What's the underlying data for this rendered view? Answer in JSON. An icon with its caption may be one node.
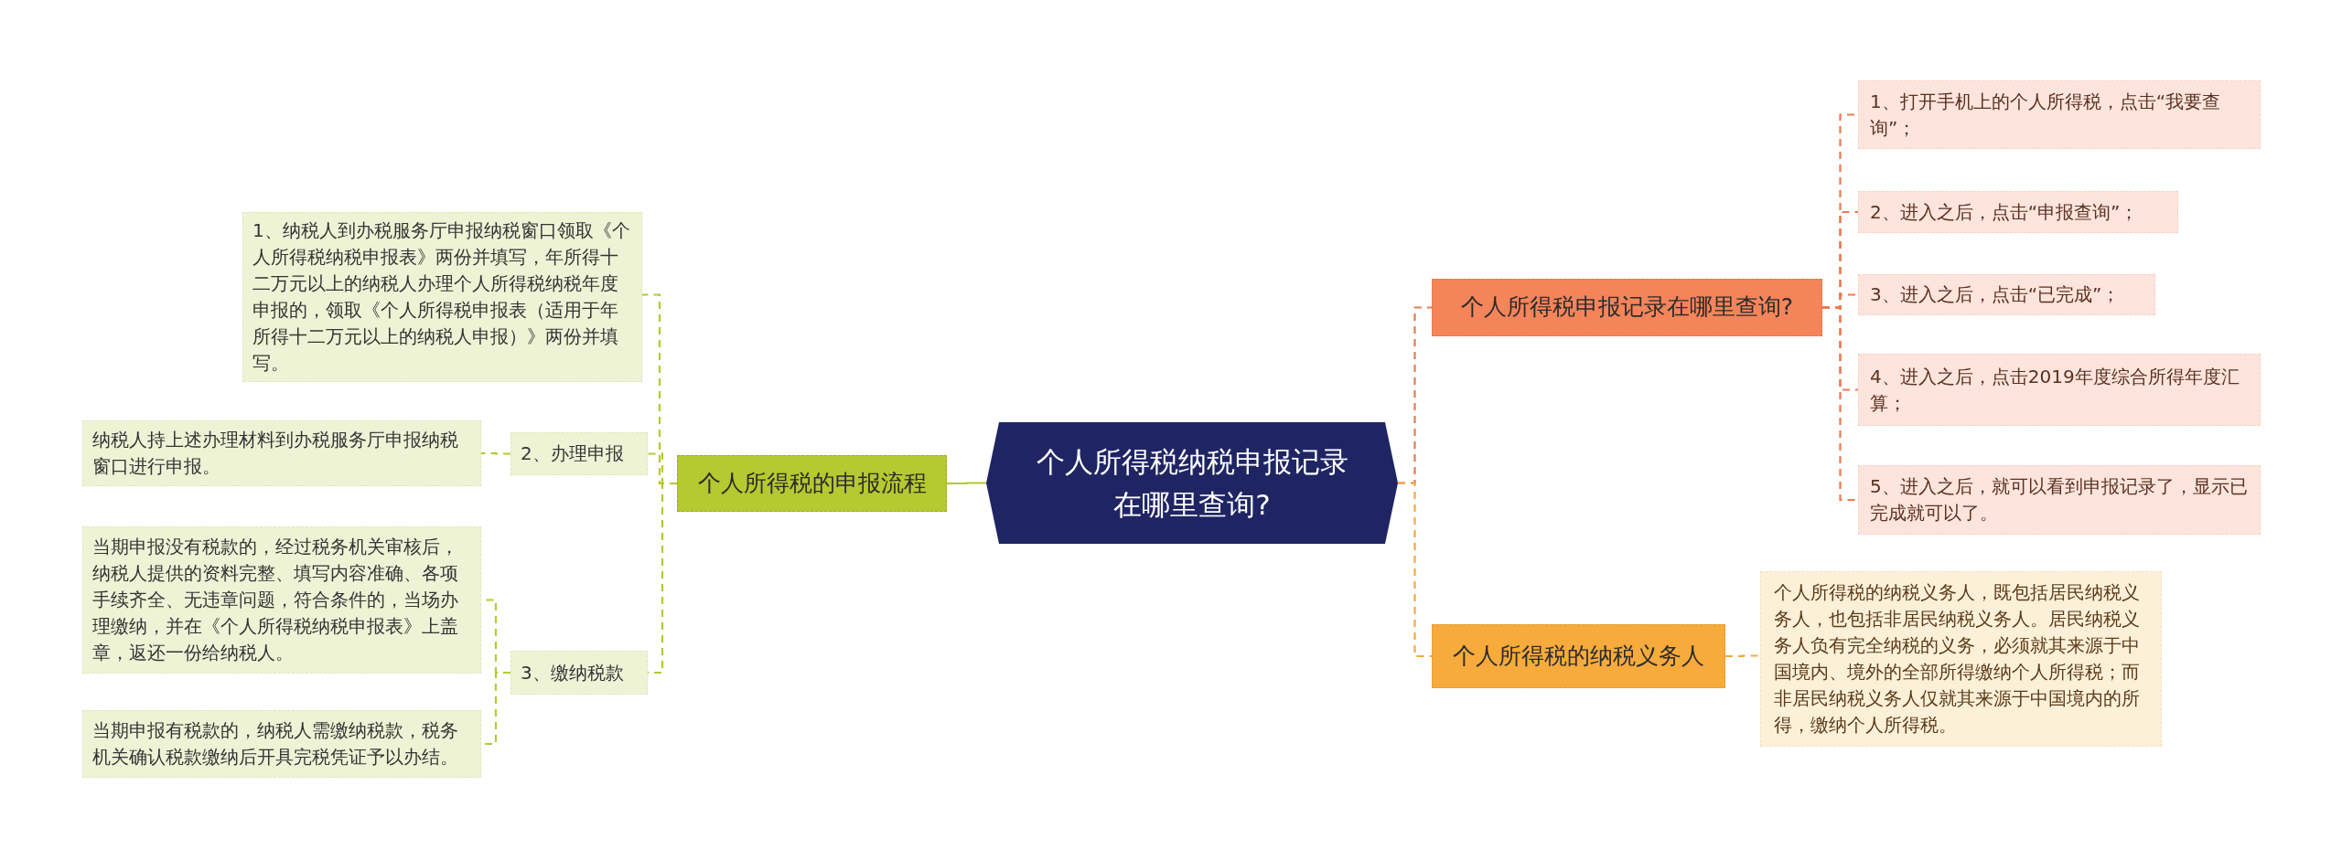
{
  "diagram": {
    "nodes": [
      {
        "text": [
          "个人所得税纳税申报记录在哪里查询?"
        ]
      },
      {
        "text": [
          "个人所得税的申报流程"
        ]
      },
      {
        "text": [
          "2、办理申报"
        ]
      },
      {
        "text": [
          "3、缴纳税款"
        ]
      },
      {
        "text": [
          "1、纳税人到办税服务厅申报纳税窗口领取《个人所得税纳税申报表》两份并填写，年所得十二万元以上的纳税人办理个人所得税纳税年度申报的，领取《个人所得税申报表（适用于年所得十二万元以上的纳税人申报）》两份并填写。"
        ]
      },
      {
        "text": [
          "纳税人持上述办理材料到办税服务厅申报纳税窗口进行申报。"
        ]
      },
      {
        "text": [
          "当期申报没有税款的，经过税务机关审核后，纳税人提供的资料完整、填写内容准确、各项手续齐全、无违章问题，符合条件的，当场办理缴纳，并在《个人所得税纳税申报表》上盖章，返还一份给纳税人。"
        ]
      },
      {
        "text": [
          "当期申报有税款的，纳税人需缴纳税款，税务机关确认税款缴纳后开具完税凭证予以办结。"
        ]
      },
      {
        "text": [
          "个人所得税申报记录在哪里查询?"
        ]
      },
      {
        "text": [
          "1、打开手机上的个人所得税，点击“我要查询”；"
        ]
      },
      {
        "text": [
          "2、进入之后，点击“申报查询”；"
        ]
      },
      {
        "text": [
          "3、进入之后，点击“已完成”；"
        ]
      },
      {
        "text": [
          "4、进入之后，点击2019年度综合所得年度汇算；"
        ]
      },
      {
        "text": [
          "5、进入之后，就可以看到申报记录了，显示已完成就可以了。"
        ]
      },
      {
        "text": [
          "个人所得税的纳税义务人"
        ]
      },
      {
        "text": [
          "个人所得税的纳税义务人，既包括居民纳税义务人，也包括非居民纳税义务人。居民纳税义务人负有完全纳税的义务，必须就其来源于中国境内、境外的全部所得缴纳个人所得税；而非居民纳税义务人仅就其来源于中国境内的所得，缴纳个人所得税。"
        ]
      }
    ],
    "edges": [
      {
        "from": 0,
        "to": 1,
        "arrow": "none",
        "color": "#b5c930"
      },
      {
        "from": 1,
        "to": 4,
        "arrow": "none",
        "style": "dashed",
        "color": "#b5c930"
      },
      {
        "from": 1,
        "to": 2,
        "arrow": "none",
        "style": "dashed",
        "color": "#b5c930"
      },
      {
        "from": 1,
        "to": 3,
        "arrow": "none",
        "style": "dashed",
        "color": "#b5c930"
      },
      {
        "from": 2,
        "to": 5,
        "arrow": "none",
        "style": "dashed",
        "color": "#b5c930"
      },
      {
        "from": 3,
        "to": 6,
        "arrow": "none",
        "style": "dashed",
        "color": "#b5c930"
      },
      {
        "from": 3,
        "to": 7,
        "arrow": "none",
        "style": "dashed",
        "color": "#b5c930"
      },
      {
        "from": 0,
        "to": 8,
        "arrow": "none",
        "style": "dashed"
      },
      {
        "from": 8,
        "to": 9,
        "arrow": "none",
        "style": "dashed"
      },
      {
        "from": 8,
        "to": 10,
        "arrow": "none",
        "style": "dashed"
      },
      {
        "from": 8,
        "to": 11,
        "arrow": "none",
        "style": "dashed"
      },
      {
        "from": 8,
        "to": 12,
        "arrow": "none",
        "style": "dashed"
      },
      {
        "from": 8,
        "to": 13,
        "arrow": "none",
        "style": "dashed"
      },
      {
        "from": 0,
        "to": 14,
        "arrow": "none",
        "style": "dashed",
        "color": "#f5a83a"
      },
      {
        "from": 14,
        "to": 15,
        "arrow": "none",
        "style": "dashed",
        "color": "#f5a83a"
      }
    ]
  }
}
